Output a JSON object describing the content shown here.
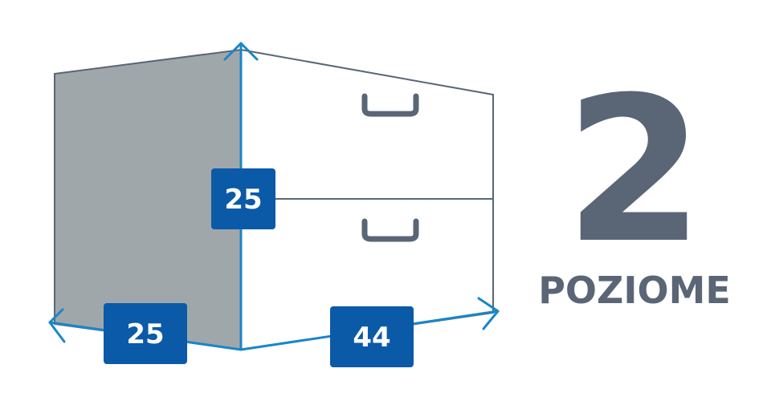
{
  "dimensions": {
    "height": "25",
    "depth": "25",
    "width": "44"
  },
  "levels": {
    "count": "2",
    "label": "POZIOME"
  },
  "colors": {
    "side_panel": "#a0a7aa",
    "outline": "#5a6676",
    "accent": "#0a5aa8",
    "arrow": "#1a86c8",
    "text": "#5a6676"
  },
  "icons": {
    "drawer_handle": "drawer-handle-icon"
  }
}
